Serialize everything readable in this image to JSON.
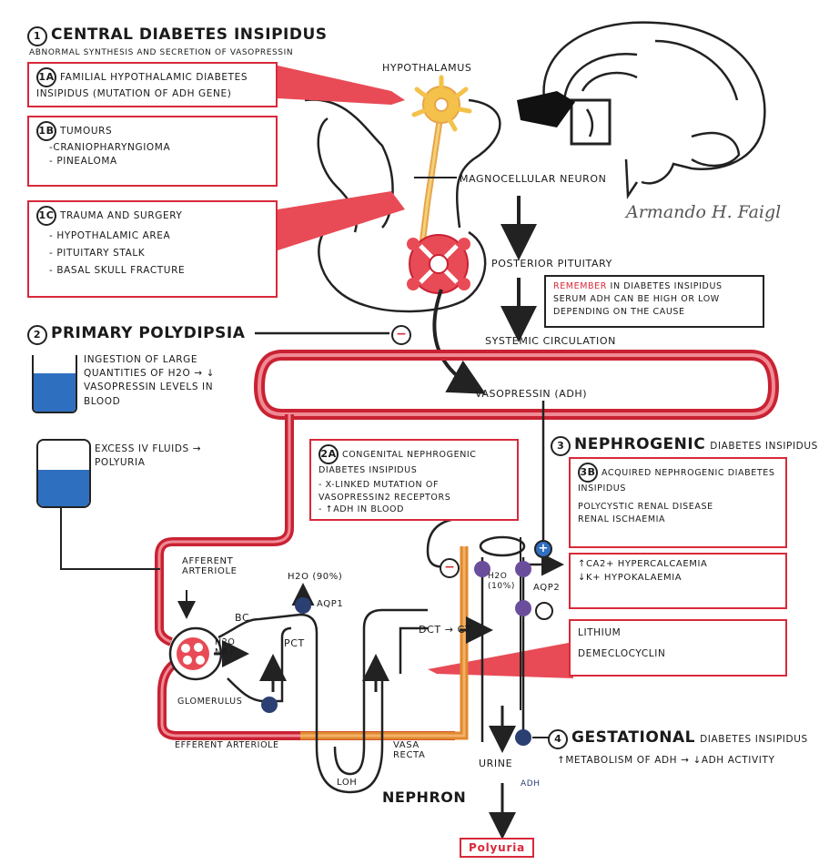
{
  "signature": "Armando H. Faigl",
  "central": {
    "num": "1",
    "title": "Central Diabetes Insipidus",
    "subtitle": "Abnormal synthesis and secretion of vasopressin",
    "box_1a": {
      "num": "1a",
      "text": "Familial hypothalamic diabetes insipidus (mutation of ADH gene)"
    },
    "box_1b": {
      "num": "1b",
      "title": "Tumours",
      "items": [
        "-Craniopharyngioma",
        "- Pinealoma"
      ]
    },
    "box_1c": {
      "num": "1c",
      "title": "Trauma and surgery",
      "items": [
        "- Hypothalamic area",
        "- Pituitary stalk",
        "- Basal skull fracture"
      ]
    }
  },
  "labels": {
    "hypothalamus": "Hypothalamus",
    "magnocellular": "Magnocellular neuron",
    "posterior_pituitary": "Posterior pituitary",
    "systemic_circulation": "Systemic circulation",
    "vasopressin": "Vasopressin (ADH)",
    "afferent": "Afferent arteriole",
    "efferent": "Efferent arteriole",
    "bc": "BC",
    "glomerulus": "Glomerulus",
    "h2o_na": "H2O Na+",
    "pct": "PCT",
    "h2o_90": "H2O (90%)",
    "aqp1": "AQP1",
    "loh": "LOH",
    "dct_ct": "DCT → CT",
    "h2o_10": "H2O (10%)",
    "aqp2": "AQP2",
    "vasa_recta": "Vasa recta",
    "urine": "Urine",
    "adh": "ADH",
    "nephron": "Nephron",
    "polyuria": "Polyuria",
    "minus": "−",
    "plus": "+"
  },
  "remember": {
    "keyword": "Remember",
    "text": "in diabetes insipidus serum ADH can be high or low depending on the cause"
  },
  "primary": {
    "num": "2",
    "title": "Primary polydipsia",
    "ingestion": "Ingestion of large quantities of H2O → ↓ Vasopressin levels in blood",
    "iv": "Excess IV fluids → Polyuria"
  },
  "congenital": {
    "num": "2a",
    "title": "Congenital nephrogenic diabetes insipidus",
    "items": [
      "- X-linked mutation of vasopressin2 receptors",
      "- ↑ADH in blood"
    ]
  },
  "nephrogenic": {
    "num": "3",
    "title": "Nephrogenic",
    "title_rest": "diabetes insipidus",
    "acquired": {
      "num": "3b",
      "title": "Acquired nephrogenic diabetes insipidus",
      "items": [
        "Polycystic renal disease",
        "Renal ischaemia"
      ]
    },
    "electrolytes": [
      "↑Ca2+ Hypercalcaemia",
      "↓K+ Hypokalaemia"
    ],
    "drugs": [
      "Lithium",
      "Demeclocyclin"
    ]
  },
  "gestational": {
    "num": "4",
    "title": "Gestational",
    "title_rest": "diabetes insipidus",
    "text": "↑Metabolism of ADH → ↓ADH activity"
  },
  "colors": {
    "red": "#d8293a",
    "orange": "#e08a2c",
    "yellow": "#f4c24a",
    "blue": "#2f6fc0",
    "purple": "#6b4e9b"
  }
}
